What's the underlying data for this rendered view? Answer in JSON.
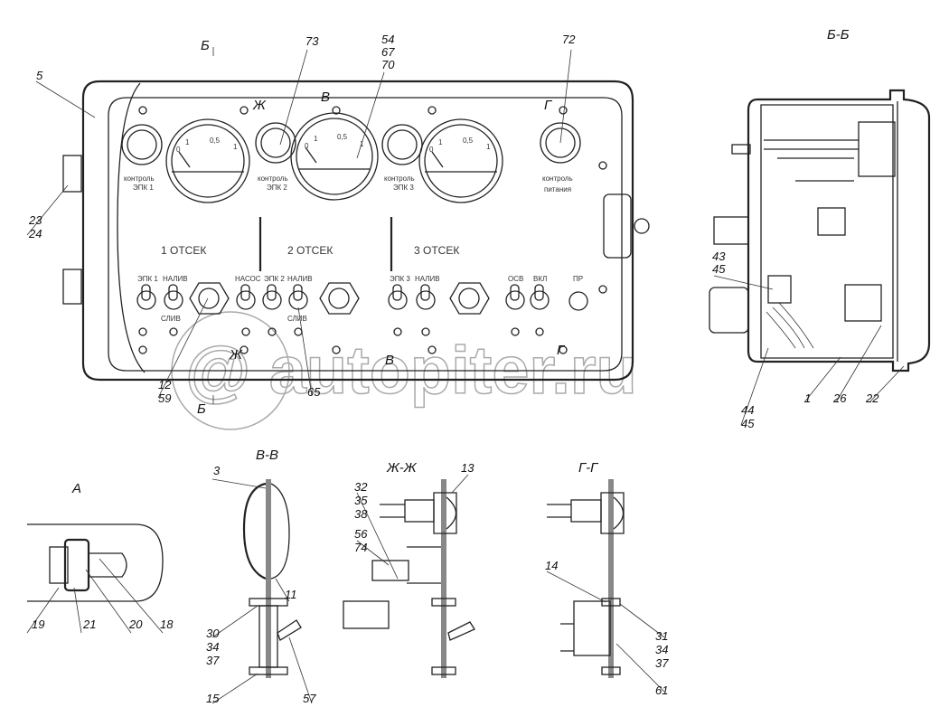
{
  "views": {
    "section_bb": "Б-Б",
    "section_vv": "В-В",
    "section_zhzh": "Ж-Ж",
    "section_gg": "Г-Г",
    "view_a": "А"
  },
  "cut_markers": {
    "b_top": "Б",
    "b_bottom": "Б",
    "zh_top": "Ж",
    "zh_bottom": "Ж",
    "v_top": "В",
    "v_bottom": "В",
    "g_top": "Г",
    "g_bottom": "Г"
  },
  "panel": {
    "lamps": [
      {
        "line1": "контроль",
        "line2": "ЭПК 1"
      },
      {
        "line1": "контроль",
        "line2": "ЭПК 2"
      },
      {
        "line1": "контроль",
        "line2": "ЭПК 3"
      },
      {
        "line1": "контроль",
        "line2": "питания"
      }
    ],
    "gauge_scale": [
      "0",
      "1",
      "0,5",
      "1"
    ],
    "compartments": [
      "1 ОТСЕК",
      "2 ОТСЕК",
      "3 ОТСЕК"
    ],
    "switches": [
      "ЭПК 1",
      "НАЛИВ",
      "НАСОС",
      "ЭПК 2",
      "НАЛИВ",
      "ЭПК 3",
      "НАЛИВ",
      "ОСВ",
      "ВКЛ",
      "ПР"
    ],
    "drain_labels": [
      "СЛИВ",
      "СЛИВ"
    ]
  },
  "callouts": {
    "n5": "5",
    "n73": "73",
    "n54": "54",
    "n67": "67",
    "n70": "70",
    "n72": "72",
    "n23": "23",
    "n24": "24",
    "n12": "12",
    "n59": "59",
    "n65": "65",
    "n43": "43",
    "n45a": "45",
    "n44": "44",
    "n45b": "45",
    "n1": "1",
    "n26": "26",
    "n22": "22",
    "n19": "19",
    "n21": "21",
    "n20": "20",
    "n18": "18",
    "n3": "3",
    "n11": "11",
    "n30": "30",
    "n34a": "34",
    "n37a": "37",
    "n15": "15",
    "n57": "57",
    "n13": "13",
    "n32": "32",
    "n35": "35",
    "n38": "38",
    "n56": "56",
    "n74": "74",
    "n14": "14",
    "n31": "31",
    "n34b": "34",
    "n37b": "37",
    "n61": "61"
  },
  "watermark": "autopiter.ru"
}
